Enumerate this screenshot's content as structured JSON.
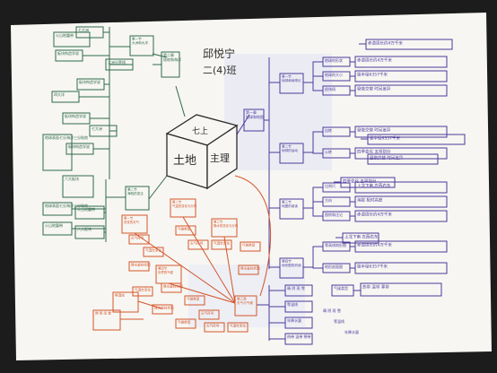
{
  "header": {
    "author_line1": "邱悦宁",
    "author_line2": "二(4)班"
  },
  "center_cube": {
    "top_face": "七上",
    "left_face": "土地",
    "right_face": "主理"
  },
  "colors": {
    "paper": "#f7f6f2",
    "purple": "#4b3a9c",
    "green": "#2f6a4a",
    "orange": "#d5552a",
    "ink": "#2b2b2b"
  },
  "purple_branch": {
    "root": "第一章\n地球和地图",
    "sections": [
      {
        "title": "第一节\n地球和地球仪",
        "items": [
          "地球的形状",
          "地球的大小",
          "经纬网"
        ]
      },
      {
        "title": "第二节\n地球的运动",
        "items": [
          "自转",
          "公转"
        ]
      },
      {
        "title": "第三节\n地图的阅读",
        "items": [
          "比例尺",
          "方向",
          "图例和注记"
        ]
      },
      {
        "title": "第四节\n地形图的判读",
        "items": [
          "等高线地形图",
          "地形剖面图"
        ]
      }
    ],
    "notes": [
      "赤道周长约4万千米",
      "极半径6357千米",
      "昼夜交替 时间差异",
      "四季变化 五带划分",
      "上北下南 左西右东",
      "海拔 相对高度"
    ]
  },
  "green_branch": {
    "root": "第二章\n陆地和海洋",
    "sections": [
      {
        "title": "第一节\n大洲和大洋",
        "items": [
          "七大洲",
          "四大洋",
          "大洲分界线"
        ]
      },
      {
        "title": "第二节\n海陆的变迁",
        "items": [
          "大陆漂移",
          "板块构造学说"
        ]
      }
    ],
    "notes": [
      "地球表面七分海洋三分陆地",
      "六大板块",
      "火山地震带"
    ]
  },
  "orange_branch": {
    "root": "第三章\n天气与气候",
    "sections": [
      {
        "title": "第一节\n多变的天气",
        "items": [
          "天气符号",
          "空气质量"
        ]
      },
      {
        "title": "第二节\n气温的变化与分布",
        "items": [
          "气温日变化",
          "气温年变化"
        ]
      },
      {
        "title": "第三节\n降水的变化与分布",
        "items": [
          "降水量柱状图"
        ]
      },
      {
        "title": "第四节\n世界的气候",
        "items": [
          "气候类型"
        ]
      }
    ],
    "notes": [
      "晴 阴 雨 雪",
      "等温线",
      "年降水量",
      "热带 温带 寒带"
    ]
  }
}
